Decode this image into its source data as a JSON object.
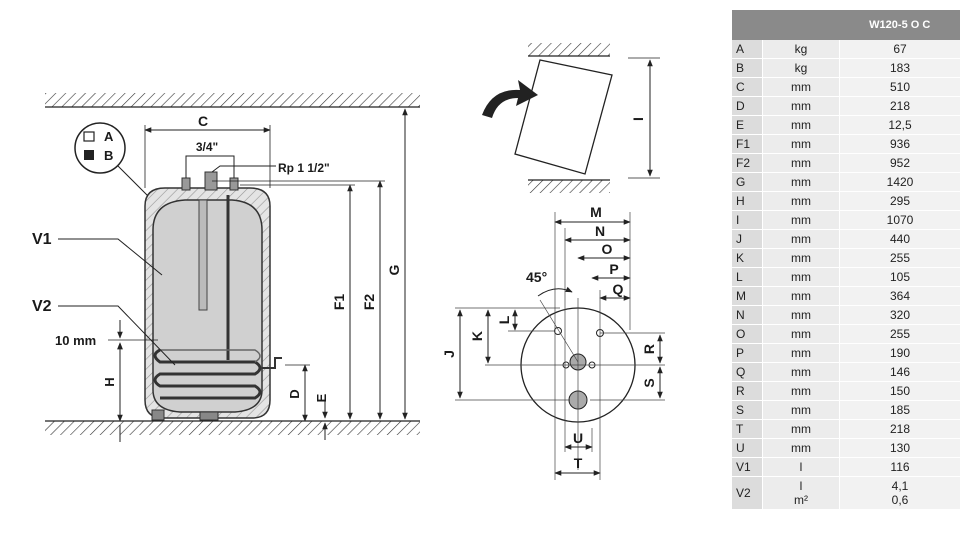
{
  "labels": {
    "A": "A",
    "B": "B",
    "C": "C",
    "pipe_3_4": "3/4\"",
    "rp": "Rp 1 1/2\"",
    "V1": "V1",
    "V2": "V2",
    "mm10": "10 mm",
    "H": "H",
    "D": "D",
    "E": "E",
    "F1": "F1",
    "F2": "F2",
    "G": "G",
    "I": "I",
    "M": "M",
    "N": "N",
    "O": "O",
    "P": "P",
    "Q": "Q",
    "R": "R",
    "S": "S",
    "J": "J",
    "K": "K",
    "L": "L",
    "U": "U",
    "T": "T",
    "deg45": "45°"
  },
  "table": {
    "header": [
      "",
      "",
      "W120-5 O C"
    ],
    "rows": [
      {
        "param": "A",
        "unit": "kg",
        "value": "67"
      },
      {
        "param": "B",
        "unit": "kg",
        "value": "183"
      },
      {
        "param": "C",
        "unit": "mm",
        "value": "510"
      },
      {
        "param": "D",
        "unit": "mm",
        "value": "218"
      },
      {
        "param": "E",
        "unit": "mm",
        "value": "12,5"
      },
      {
        "param": "F1",
        "unit": "mm",
        "value": "936"
      },
      {
        "param": "F2",
        "unit": "mm",
        "value": "952"
      },
      {
        "param": "G",
        "unit": "mm",
        "value": "1420"
      },
      {
        "param": "H",
        "unit": "mm",
        "value": "295"
      },
      {
        "param": "I",
        "unit": "mm",
        "value": "1070"
      },
      {
        "param": "J",
        "unit": "mm",
        "value": "440"
      },
      {
        "param": "K",
        "unit": "mm",
        "value": "255"
      },
      {
        "param": "L",
        "unit": "mm",
        "value": "105"
      },
      {
        "param": "M",
        "unit": "mm",
        "value": "364"
      },
      {
        "param": "N",
        "unit": "mm",
        "value": "320"
      },
      {
        "param": "O",
        "unit": "mm",
        "value": "255"
      },
      {
        "param": "P",
        "unit": "mm",
        "value": "190"
      },
      {
        "param": "Q",
        "unit": "mm",
        "value": "146"
      },
      {
        "param": "R",
        "unit": "mm",
        "value": "150"
      },
      {
        "param": "S",
        "unit": "mm",
        "value": "185"
      },
      {
        "param": "T",
        "unit": "mm",
        "value": "218"
      },
      {
        "param": "U",
        "unit": "mm",
        "value": "130"
      },
      {
        "param": "V1",
        "unit": "l",
        "value": "116"
      }
    ],
    "v2": {
      "param": "V2",
      "unit1": "l",
      "unit2": "m²",
      "value1": "4,1",
      "value2": "0,6"
    }
  }
}
